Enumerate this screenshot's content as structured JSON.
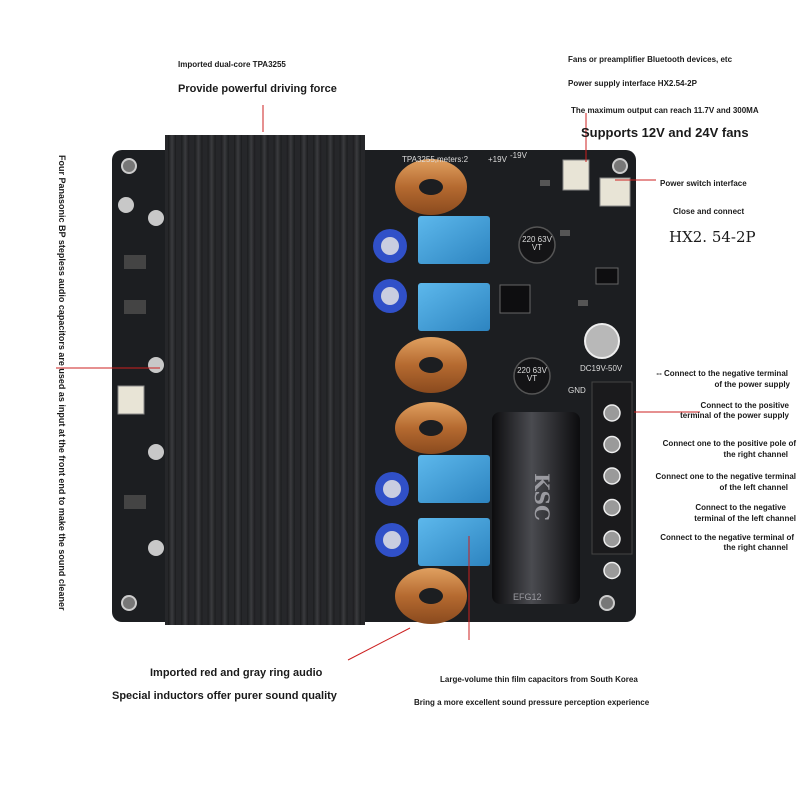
{
  "labels": {
    "top_left_sub": "Imported dual-core TPA3255",
    "top_left_main": "Provide powerful driving force",
    "fan_line1": "Fans or preamplifier Bluetooth devices, etc",
    "fan_line2": "Power supply interface HX2.54-2P",
    "fan_line3": "The maximum output can reach 11.7V and 300MA",
    "fan_main": "Supports 12V and 24V fans",
    "power_switch": "Power switch interface",
    "close_connect": "Close and connect",
    "hx_connector": "HX2. 54-2P",
    "left_vertical": "Four Panasonic BP stepless audio capacitors are used as input at the front end to make the sound cleaner",
    "neg_power_1": "-- Connect to the negative terminal",
    "neg_power_2": "of the power supply",
    "pos_power_1": "Connect to the positive",
    "pos_power_2": "terminal of the power supply",
    "pos_right_1": "Connect one to the positive pole of",
    "pos_right_2": "the right channel",
    "neg_left_1": "Connect one to the negative terminal",
    "neg_left_2": "of the left channel",
    "neg_left2_1": "Connect to the negative",
    "neg_left2_2": "terminal of the left channel",
    "neg_right_1": "Connect to the negative terminal of",
    "neg_right_2": "the right channel",
    "inductor_1": "Imported red and gray ring audio",
    "inductor_2": "Special inductors offer purer sound quality",
    "film_cap_1": "Large-volume thin film capacitors from South Korea",
    "film_cap_2": "Bring a more excellent sound pressure perception experience"
  },
  "board": {
    "silk_model": "TPA3255,meters:2",
    "silk_voltage_pos": "+19V",
    "silk_voltage_neg": "-19V",
    "silk_dc": "DC19V-50V",
    "silk_gnd": "GND",
    "cap_small_1": "220 63V VT",
    "cap_small_2": "220 63V VT",
    "film_cap_text": "KSC",
    "film_cap_code": "EFG12"
  },
  "colors": {
    "board": "#1c1e21",
    "heatsink": "#2a2b2e",
    "copper": "#c47a3c",
    "blue_cap": "#3d9fd6",
    "terminal": "#222",
    "arrow": "#cc2020"
  }
}
